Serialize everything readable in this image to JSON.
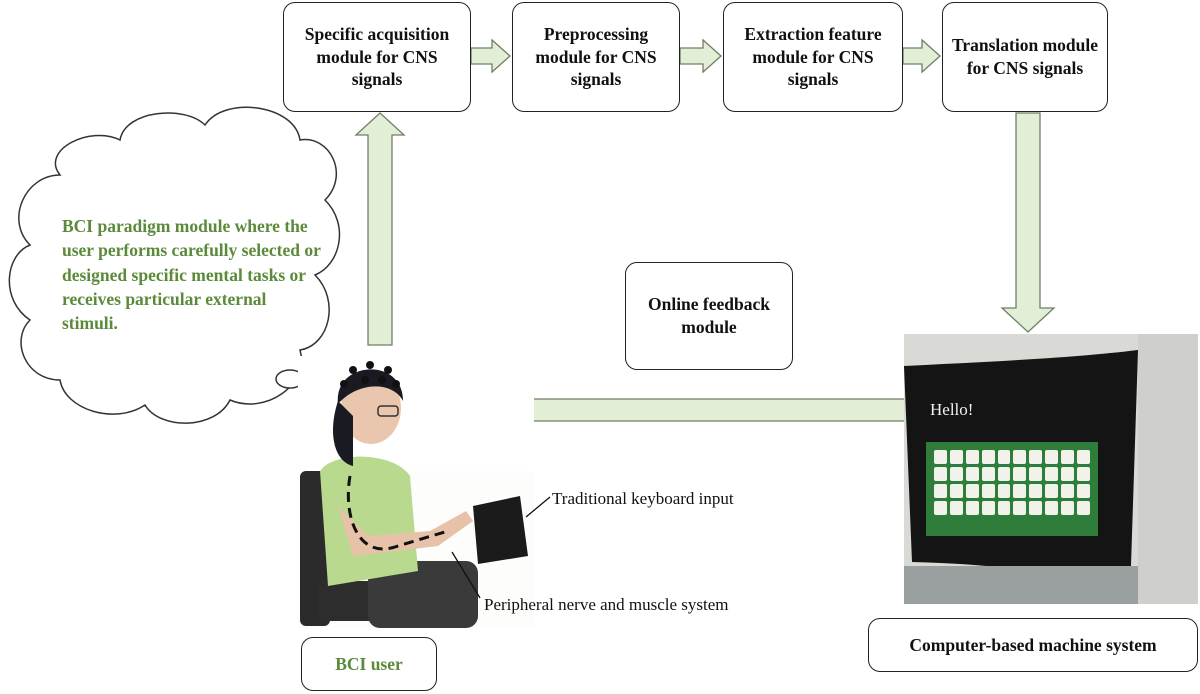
{
  "modules": {
    "acquisition": "Specific acquisition module for CNS signals",
    "preprocessing": "Preprocessing module for CNS signals",
    "extraction": "Extraction feature module for CNS signals",
    "translation": "Translation module for CNS signals",
    "online_feedback": "Online feedback module"
  },
  "paradigm_text": "BCI paradigm module where the user performs carefully selected or designed specific mental tasks or receives particular external stimuli.",
  "bci_user_label": "BCI user",
  "machine_label": "Computer-based machine system",
  "keyboard_label": "Traditional keyboard input",
  "nerve_label": "Peripheral nerve and muscle system",
  "screen_text": "Hello!",
  "colors": {
    "arrow_fill": "#e2efd6",
    "arrow_stroke": "#6f7f63",
    "paradigm_text": "#5a8a3a"
  }
}
